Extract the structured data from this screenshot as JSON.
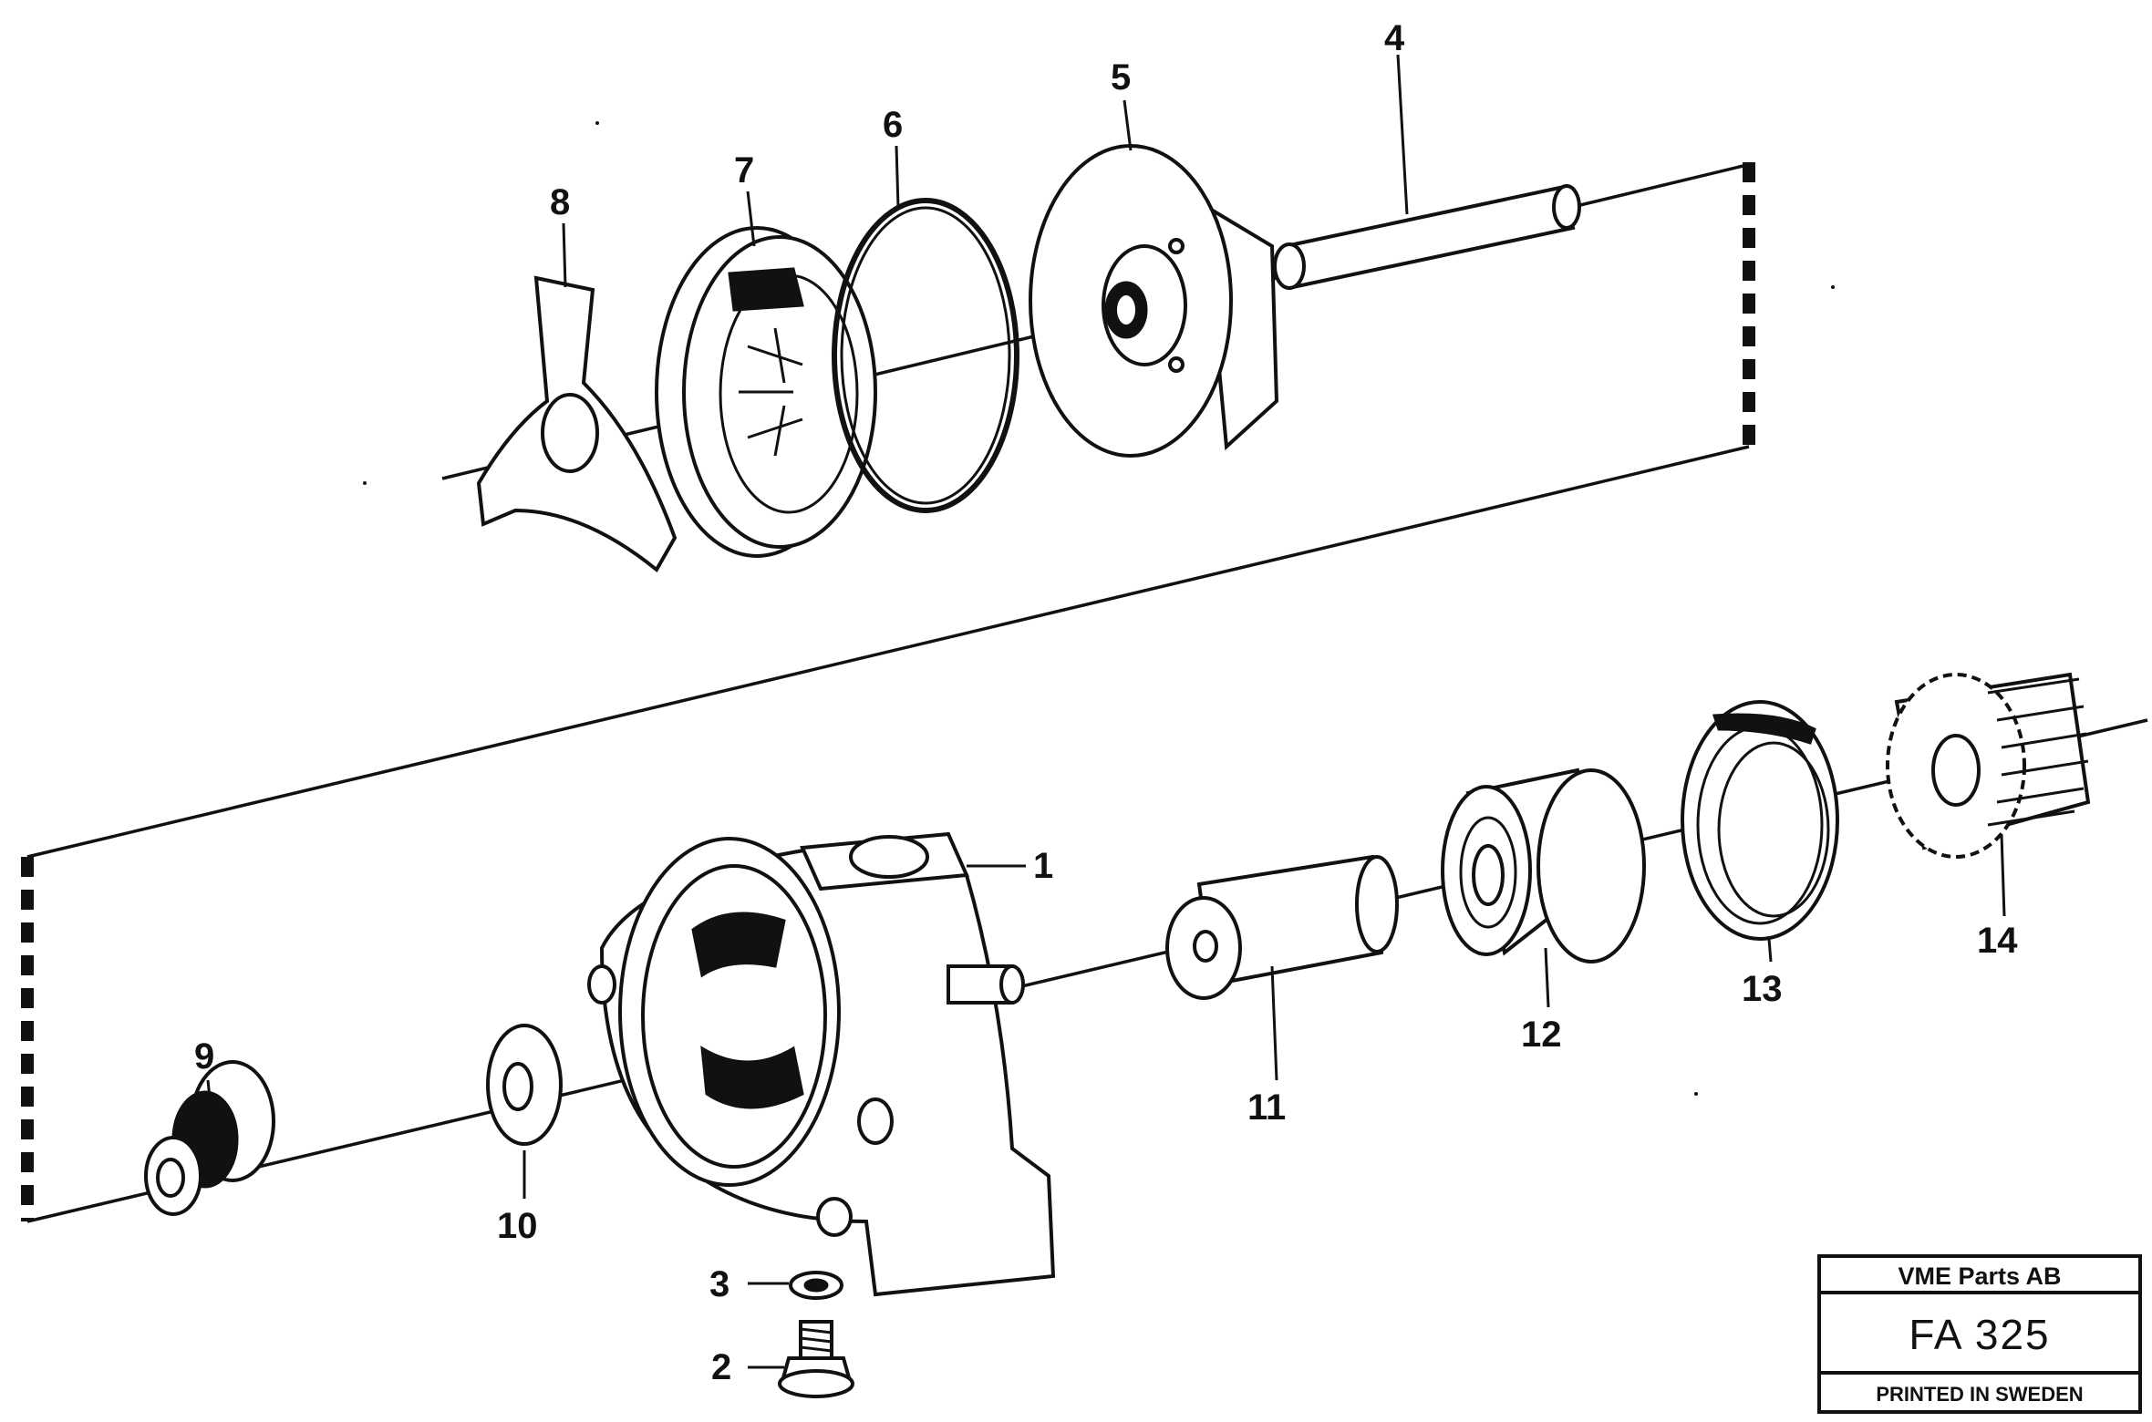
{
  "diagram": {
    "parts": [
      {
        "id": "part-1",
        "label": "1"
      },
      {
        "id": "part-2",
        "label": "2"
      },
      {
        "id": "part-3",
        "label": "3"
      },
      {
        "id": "part-4",
        "label": "4"
      },
      {
        "id": "part-5",
        "label": "5"
      },
      {
        "id": "part-6",
        "label": "6"
      },
      {
        "id": "part-7",
        "label": "7"
      },
      {
        "id": "part-8",
        "label": "8"
      },
      {
        "id": "part-9",
        "label": "9"
      },
      {
        "id": "part-10",
        "label": "10"
      },
      {
        "id": "part-11",
        "label": "11"
      },
      {
        "id": "part-12",
        "label": "12"
      },
      {
        "id": "part-13",
        "label": "13"
      },
      {
        "id": "part-14",
        "label": "14"
      }
    ]
  },
  "title_block": {
    "company": "VME Parts AB",
    "code": "FA 325",
    "printed": "PRINTED IN SWEDEN"
  }
}
